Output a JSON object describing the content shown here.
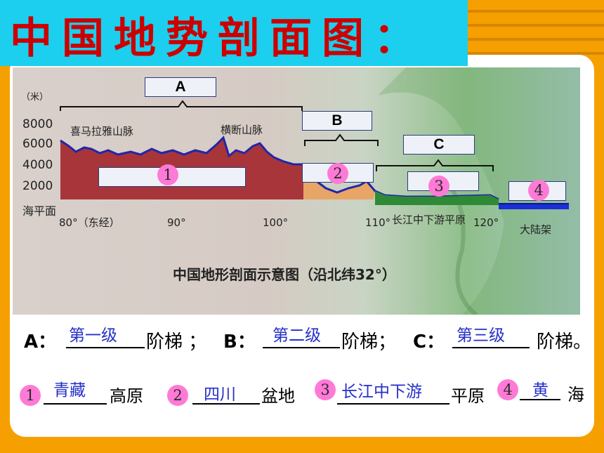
{
  "title": "中国地势剖面图：",
  "map": {
    "unit_label": "（米）",
    "y_ticks": [
      "8000",
      "6000",
      "4000",
      "2000",
      "海平面"
    ],
    "x_ticks": [
      "80°（东经）",
      "90°",
      "100°",
      "110°",
      "120°"
    ],
    "mountain_labels": [
      "喜马拉雅山脉",
      "横断山脉"
    ],
    "plain_label": "长江中下游平原",
    "shelf_label": "大陆架",
    "caption": "中国地形剖面示意图（沿北纬32°）",
    "box_letters": [
      "A",
      "B",
      "C"
    ],
    "circle_numbers": [
      "1",
      "2",
      "3",
      "4"
    ]
  },
  "colors": {
    "title": "#cc0000",
    "title_bg": "#1ccfee",
    "answer": "#2530c8",
    "circle": "#ff7ad6",
    "frame": "#f5a000"
  },
  "questions": {
    "row1": {
      "a_prefix": "A：",
      "a_answer": "第一级",
      "a_suffix": "阶梯 ；",
      "b_prefix": "B：",
      "b_answer": "第二级",
      "b_suffix": "阶梯；",
      "c_prefix": "C：",
      "c_answer": "第三级",
      "c_suffix": "阶梯。"
    },
    "row2": {
      "n1": "1",
      "a1": "青藏",
      "s1": "高原",
      "n2": "2",
      "a2": "四川",
      "s2": "盆地",
      "n3": "3",
      "a3": "长江中下游",
      "s3": "平原",
      "n4": "4",
      "a4": "黄",
      "s4": "海"
    }
  }
}
